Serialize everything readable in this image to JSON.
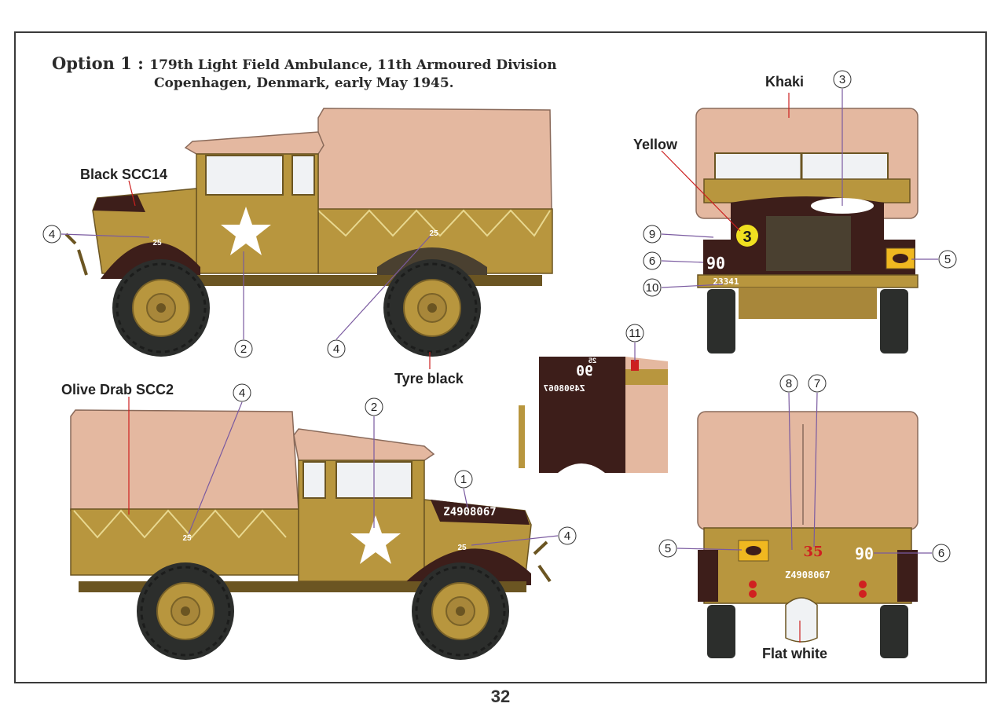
{
  "header": {
    "option": "Option 1 :",
    "unit_line": "179th Light Field Ambulance, 11th Armoured Division",
    "place_line": "Copenhagen, Denmark, early May 1945."
  },
  "colors": {
    "khaki_canvas": "#e4b8a0",
    "olive_body": "#b8963e",
    "black_mud": "#3d1e1a",
    "tyre": "#2c2e2c",
    "yellow": "#f0e020",
    "callout_red": "#cc1f1f",
    "marking_red": "#d02020"
  },
  "labels": {
    "black_scc14": "Black SCC14",
    "tyre_black": "Tyre black",
    "olive_drab": "Olive Drab SCC2",
    "khaki": "Khaki",
    "yellow": "Yellow",
    "flat_white": "Flat white"
  },
  "markings": {
    "bridge_25": "25",
    "serial": "Z4908067",
    "front_plate": "90",
    "front_serial": "23341",
    "bridge_3": "3",
    "rear_red": "35",
    "rear_plate": "90",
    "rear_serial": "Z4908067",
    "detail_plate": "90",
    "detail_serial": "Z4908067",
    "detail_25": "25"
  },
  "callouts": [
    "1",
    "2",
    "3",
    "4",
    "5",
    "6",
    "7",
    "8",
    "9",
    "10",
    "11"
  ],
  "page": {
    "number": "32"
  }
}
